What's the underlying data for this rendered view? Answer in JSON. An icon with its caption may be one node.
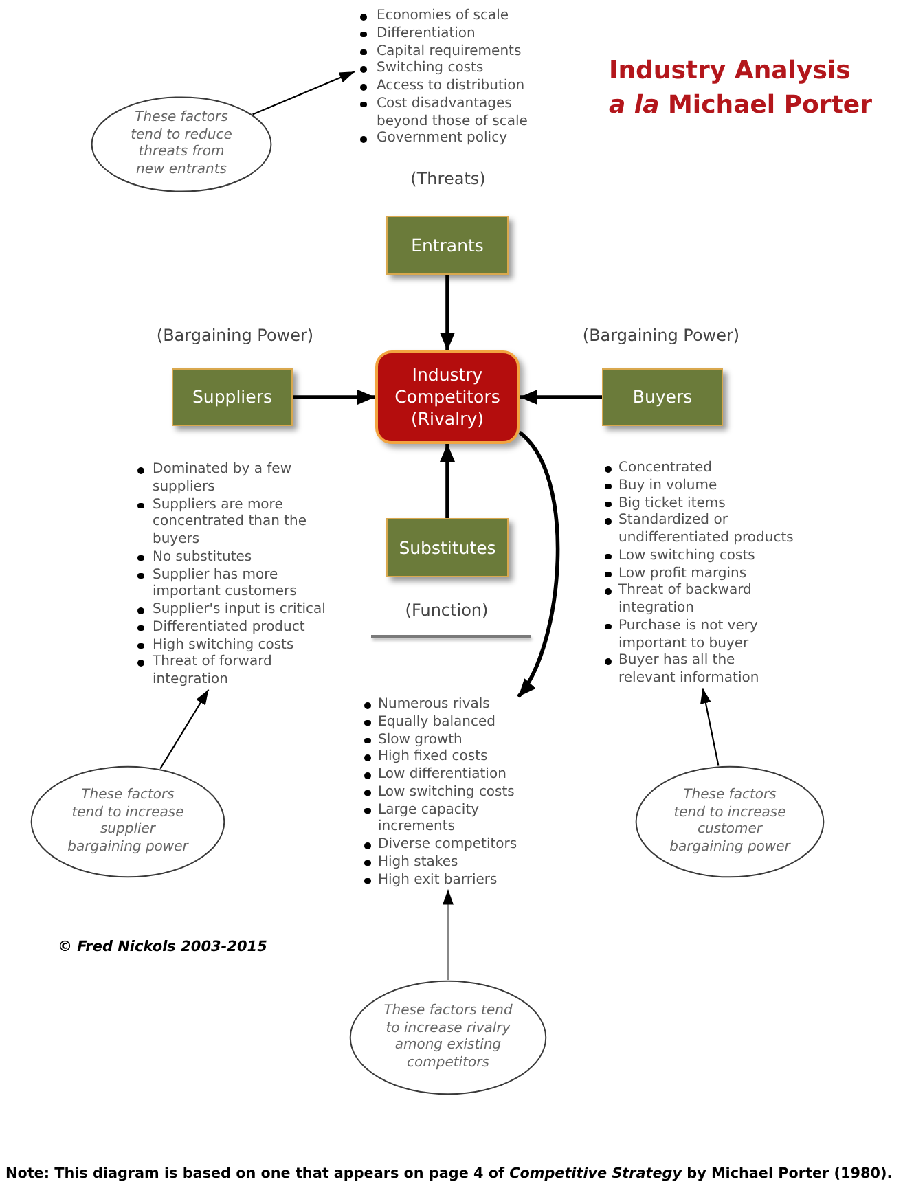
{
  "diagram": {
    "title": "Industry Analysis *a la* Michael Porter",
    "nodes": [
      {
        "text": [
          "Economies of scale",
          "Differentiation",
          "Capital requirements",
          "Switching costs",
          "Access to distribution",
          "Cost disadvantages beyond those of scale",
          "Government policy"
        ]
      },
      {
        "text": [
          "These factors tend to reduce threats from new entrants"
        ]
      },
      {
        "text": [
          "Entrants"
        ],
        "beside": [
          "(Threats)"
        ]
      },
      {
        "text": [
          "Suppliers"
        ],
        "beside": [
          "(Bargaining Power)"
        ]
      },
      {
        "text": [
          "Industry Competitors (Rivalry)"
        ]
      },
      {
        "text": [
          "Buyers"
        ],
        "beside": [
          "(Bargaining Power)"
        ]
      },
      {
        "text": [
          "Substitutes"
        ],
        "beside": [
          "(Function)"
        ]
      },
      {
        "text": [
          "Dominated by a few suppliers",
          "Suppliers are more concentrated than the buyers",
          "No substitutes",
          "Supplier has more important customers",
          "Supplier's input is critical",
          "Differentiated product",
          "High switching costs",
          "Threat of forward integration"
        ]
      },
      {
        "text": [
          "Concentrated",
          "Buy in volume",
          "Big ticket items",
          "Standardized or undifferentiated products",
          "Low switching costs",
          "Low profit margins",
          "Threat of backward integration",
          "Purchase is not very important to buyer",
          "Buyer has all the relevant information"
        ]
      },
      {
        "text": [
          "Numerous rivals",
          "Equally balanced",
          "Slow growth",
          "High fixed costs",
          "Low differentiation",
          "Low switching costs",
          "Large capacity increments",
          "Diverse competitors",
          "High stakes",
          "High exit barriers"
        ]
      },
      {
        "text": [
          "These factors tend to increase supplier bargaining power"
        ]
      },
      {
        "text": [
          "These factors tend to increase customer bargaining power"
        ]
      },
      {
        "text": [
          "These factors tend to increase rivalry among existing competitors"
        ]
      }
    ],
    "edges": [
      {
        "from": 2,
        "to": 4,
        "arrow": "to"
      },
      {
        "from": 3,
        "to": 4,
        "arrow": "to"
      },
      {
        "from": 5,
        "to": 4,
        "arrow": "to"
      },
      {
        "from": 6,
        "to": 4,
        "arrow": "to"
      },
      {
        "from": 4,
        "to": 9,
        "arrow": "to"
      },
      {
        "from": 1,
        "to": 0,
        "arrow": "to"
      },
      {
        "from": 10,
        "to": 7,
        "arrow": "to"
      },
      {
        "from": 11,
        "to": 8,
        "arrow": "to"
      },
      {
        "from": 12,
        "to": 9,
        "arrow": "to",
        "color": "#888888"
      }
    ],
    "labels": [
      "© Fred Nickols 2003-2015",
      "Note: This diagram is based on one that appears on page 4 of *Competitive Strategy* by Michael Porter (1980)."
    ]
  }
}
